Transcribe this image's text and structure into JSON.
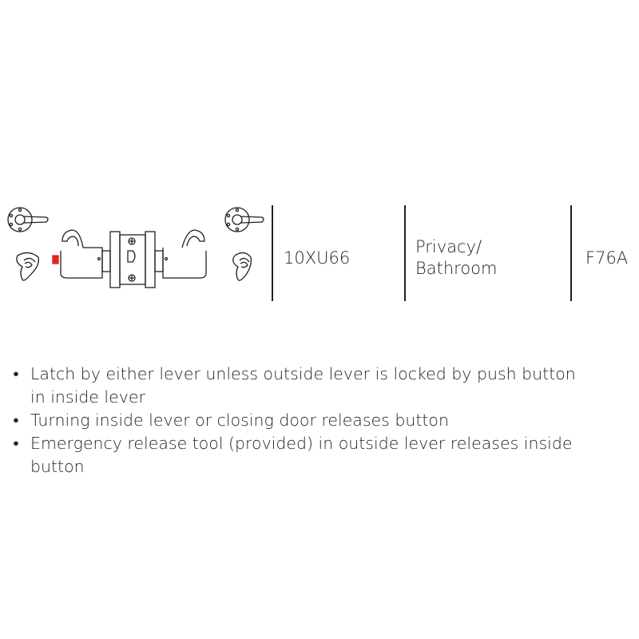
{
  "product": {
    "model": "10XU66",
    "function": [
      "Privacy/",
      "Bathroom"
    ],
    "function_code": "F76A"
  },
  "features": [
    {
      "lines": [
        "Latch by either lever unless outside lever is locked by push button",
        "in inside lever"
      ]
    },
    {
      "lines": [
        "Turning inside lever or closing door releases button"
      ]
    },
    {
      "lines": [
        "Emergency release tool (provided) in outside lever releases inside",
        "button"
      ]
    }
  ],
  "icons": {
    "lever_front": "lever-rose-icon",
    "thumb_turn": "release-slot-icon",
    "lock_body": "lockset-side-view-icon"
  },
  "colors": {
    "ink": "#231f20",
    "button_red": "#e2231a"
  }
}
